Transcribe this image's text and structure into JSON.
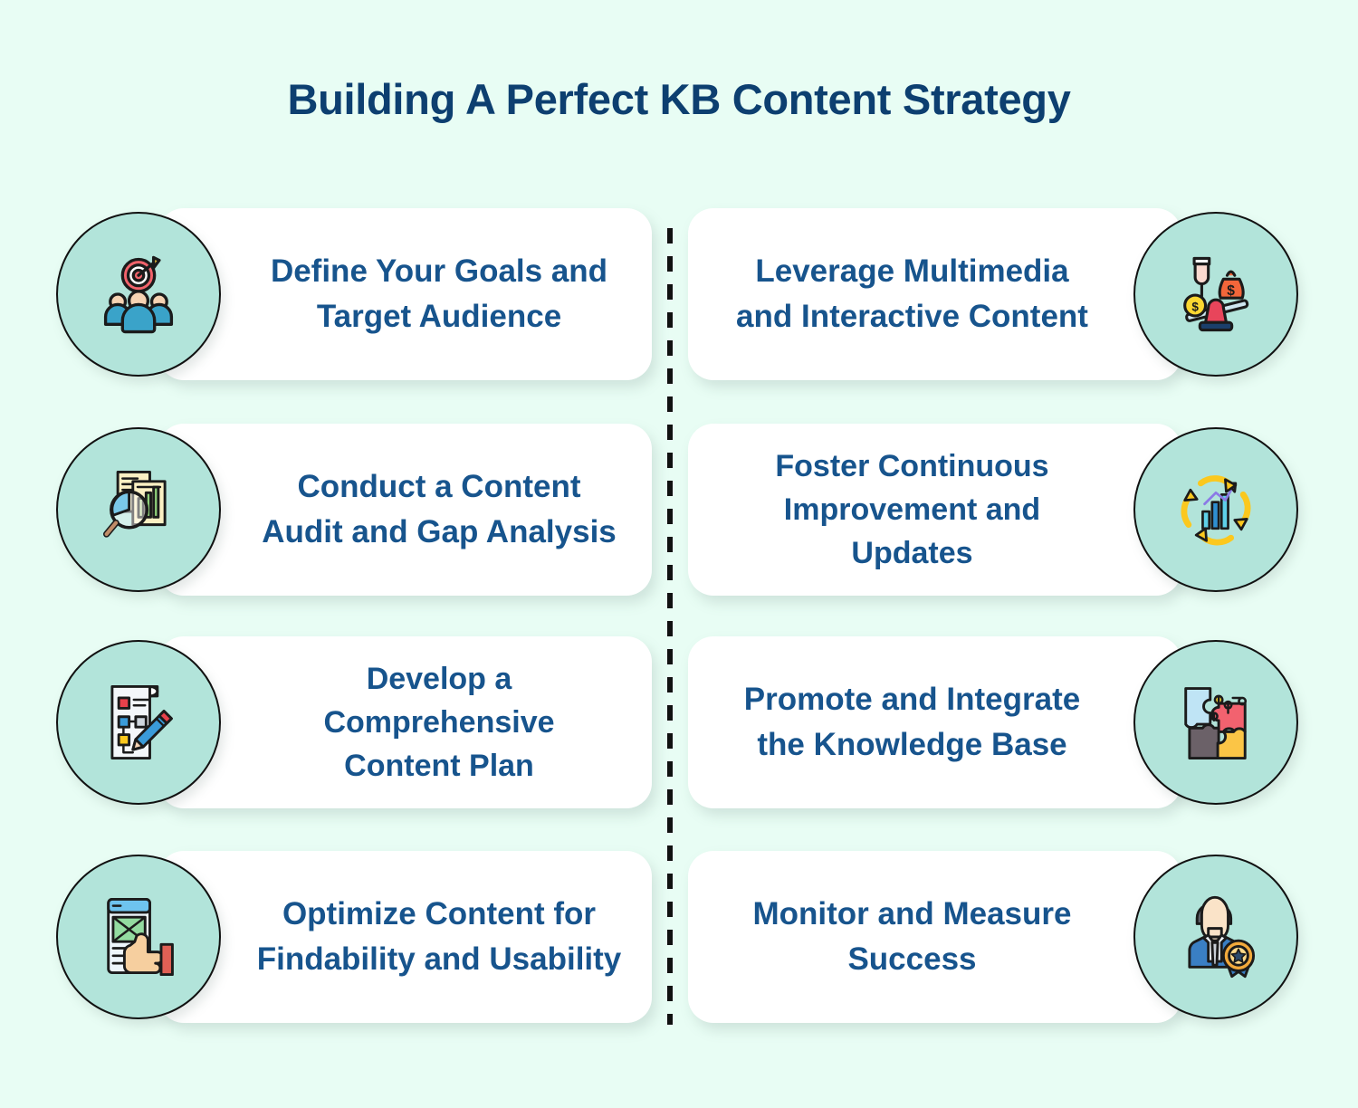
{
  "page": {
    "title": "Building A Perfect KB Content Strategy",
    "background_color": "#e8fdf4",
    "title_color": "#0d3f70",
    "card_text_color": "#17548d",
    "circle_fill_color": "#b2e4da",
    "card_fill_color": "#ffffff",
    "divider_color": "#111111"
  },
  "steps": {
    "left": [
      {
        "label": "Define Your Goals and Target Audience",
        "lines": [
          "Define Your Goals and",
          "Target Audience"
        ],
        "icon": "target-audience-icon"
      },
      {
        "label": "Conduct a Content Audit and Gap Analysis",
        "lines": [
          "Conduct a Content",
          "Audit and Gap Analysis"
        ],
        "icon": "content-audit-magnifier-icon"
      },
      {
        "label": "Develop a Comprehensive Content Plan",
        "lines": [
          "Develop a",
          "Comprehensive",
          "Content Plan"
        ],
        "icon": "content-plan-document-pencil-icon"
      },
      {
        "label": "Optimize Content for Findability and Usability",
        "lines": [
          "Optimize Content for",
          "Findability and Usability"
        ],
        "icon": "usability-thumbs-up-icon"
      }
    ],
    "right": [
      {
        "label": "Leverage Multimedia and Interactive Content",
        "lines": [
          "Leverage Multimedia",
          "and Interactive Content"
        ],
        "icon": "leverage-balance-scale-icon"
      },
      {
        "label": "Foster Continuous Improvement and Updates",
        "lines": [
          "Foster Continuous",
          "Improvement and",
          "Updates"
        ],
        "icon": "continuous-improvement-cycle-icon"
      },
      {
        "label": "Promote and Integrate the Knowledge Base",
        "lines": [
          "Promote and Integrate",
          "the Knowledge Base"
        ],
        "icon": "puzzle-integration-icon"
      },
      {
        "label": "Monitor and Measure Success",
        "lines": [
          "Monitor and Measure",
          "Success"
        ],
        "icon": "award-person-icon"
      }
    ]
  }
}
